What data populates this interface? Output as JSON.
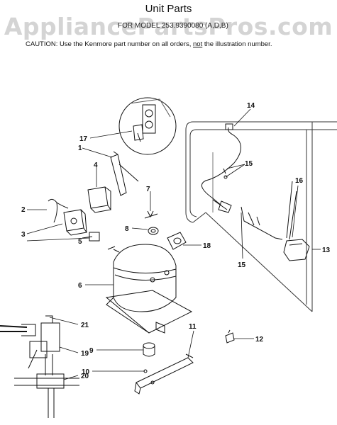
{
  "header": {
    "title": "Unit Parts",
    "watermark": "AppliancePartsPros.com",
    "model": "FOR MODEL 253.9390080 (A,D,B)",
    "caution_prefix": "CAUTION:  Use the Kenmore part number on all orders, ",
    "caution_underlined": "not",
    "caution_suffix": " the illustration number."
  },
  "callouts": [
    {
      "id": "1",
      "label": "1"
    },
    {
      "id": "2",
      "label": "2"
    },
    {
      "id": "3",
      "label": "3"
    },
    {
      "id": "4",
      "label": "4"
    },
    {
      "id": "5",
      "label": "5"
    },
    {
      "id": "6",
      "label": "6"
    },
    {
      "id": "7",
      "label": "7"
    },
    {
      "id": "8",
      "label": "8"
    },
    {
      "id": "9",
      "label": "9"
    },
    {
      "id": "10",
      "label": "10"
    },
    {
      "id": "11",
      "label": "11"
    },
    {
      "id": "12",
      "label": "12"
    },
    {
      "id": "13",
      "label": "13"
    },
    {
      "id": "14",
      "label": "14"
    },
    {
      "id": "15a",
      "label": "15"
    },
    {
      "id": "15b",
      "label": "15"
    },
    {
      "id": "16",
      "label": "16"
    },
    {
      "id": "17",
      "label": "17"
    },
    {
      "id": "18",
      "label": "18"
    },
    {
      "id": "19",
      "label": "19"
    },
    {
      "id": "20",
      "label": "20"
    },
    {
      "id": "21",
      "label": "21"
    }
  ]
}
